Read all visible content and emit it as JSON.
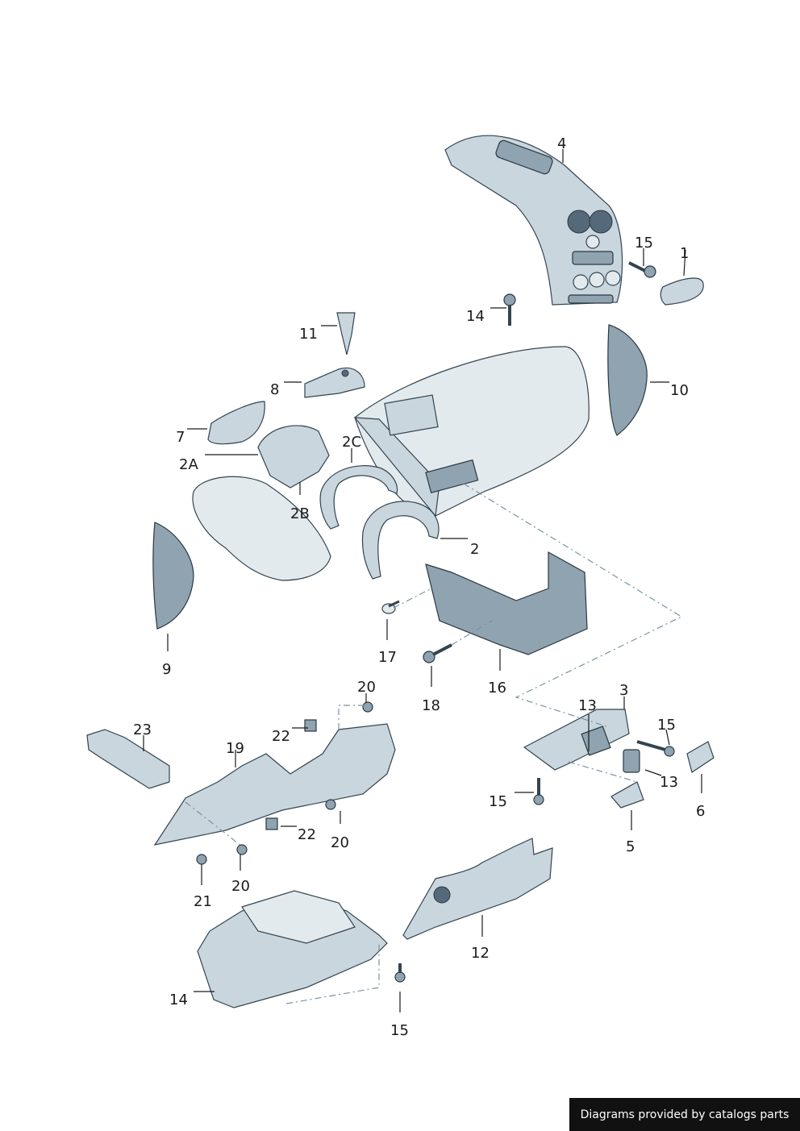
{
  "callouts": [
    "4",
    "15",
    "1",
    "14",
    "11",
    "10",
    "8",
    "7",
    "2C",
    "2A",
    "2B",
    "2",
    "9",
    "17",
    "18",
    "16",
    "3",
    "13",
    "15",
    "23",
    "20",
    "22",
    "19",
    "13",
    "15",
    "6",
    "5",
    "22",
    "20",
    "21",
    "20",
    "12",
    "14",
    "15"
  ],
  "credit": "Diagrams provided by catalogs parts",
  "colors": {
    "part": "#c9d6de",
    "outline": "#33444f",
    "leader": "#1a1a1a",
    "dash": "#7a93a3"
  }
}
